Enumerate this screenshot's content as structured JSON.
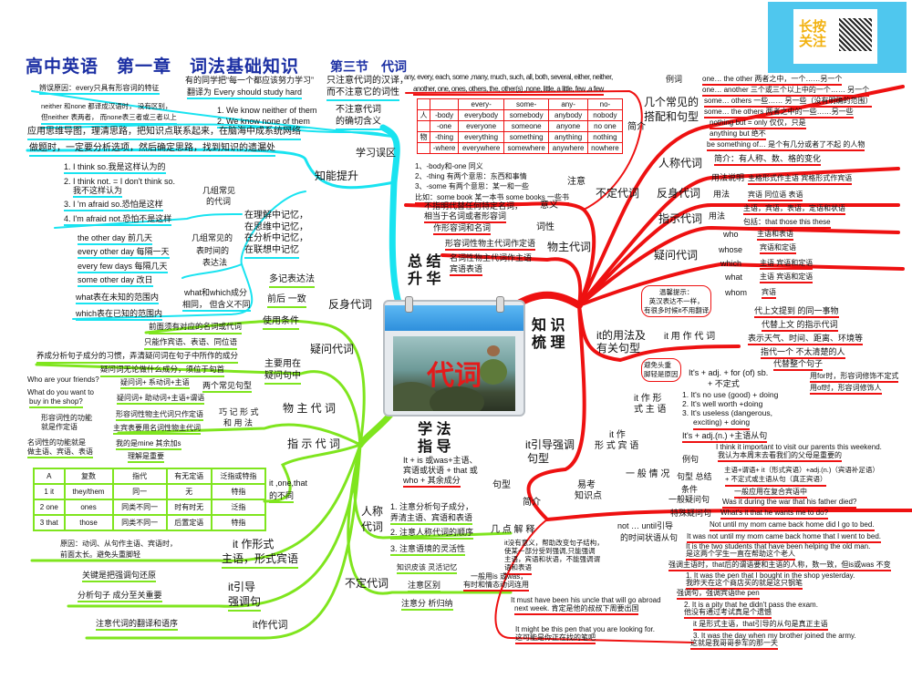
{
  "header": {
    "title": "高中英语　第一章　词法基础知识",
    "subtitle": "第三节　代词"
  },
  "center": {
    "summary": [
      "总 结",
      "升 华"
    ],
    "knowledge": [
      "知 识",
      "梳 理"
    ],
    "method": [
      "学 法",
      "指 导"
    ],
    "calendar_word": "代词"
  },
  "ad": {
    "text": [
      "长按",
      "关注"
    ]
  },
  "cyan": [
    "辨误原因：every只具有形容词的特征",
    "有的同学把“每一个都应该努力学习”",
    "翻译为 Every should study hard",
    "只注意代词的汉译，",
    "而不注意它的词性",
    "neither 和none 都译成汉语时， 没有区别，",
    "但neither 表两者， 而none表三者或三者以上",
    "1. We know neither of them",
    "2. We know none of them",
    "不注意代词",
    "的确切含义",
    "应用思维导图，理清思路，把知识点联系起来，在脑海中成系统网络",
    "做题时，一定要分析选项，然后确定思路，找到知识的遗漏处",
    "学习误区",
    "知能提升",
    "1. I think so.我是这样认为的",
    "2. I think not. = I  don't think so.",
    "我不这样认为",
    "3. I 'm afraid so.恐怕是这样",
    "4. I'm afraid not.恐怕不是这样",
    "几组常见",
    "的代词",
    "在理解中记忆，",
    "在思维中记忆，",
    "在分析中记忆，",
    "在联想中记忆",
    "the other day 前几天",
    "every other day 每隔一天",
    "every few days 每隔几天",
    "some other day 改日",
    "几组常见的",
    "表时间的",
    "表达法",
    "what表在未知的范围内",
    "which表在已知的范围内",
    "what和which成分",
    "相同， 但含义不同"
  ],
  "green": [
    "多记表达法",
    "前后 一致",
    "反身代词",
    "使用条件",
    "前面须有对应的名词或代词",
    "只能作宾语、表语、同位语",
    "疑问代词",
    "养成分析句子成分的习惯，弄清疑问词在句子中所作的成分",
    "主要用在",
    "疑问句中",
    "疑问词无论做什么成分，须位于句首",
    "Who are your friends?",
    "疑问词+ 系动词+主语",
    "两个常见句型",
    "What do you want to",
    "buy in the shop?",
    "疑问词+ 助动词+主语+谓语",
    "物 主 代 词",
    "巧 记 形 式",
    "和 用 法",
    "形容词性的功能",
    "就是作定语",
    "形容词性物主代词只作定语",
    "主宾表要用名词性物主代词",
    "名词性的功能就是",
    "做主语、宾语、表语",
    "我的是mine 其余加s",
    "指 示 代 词",
    "理解是重要",
    "it ,one,that",
    "的不同",
    "原因：动词、从句作主语、宾语时，",
    "前面太长。避免头重脚轻",
    "it 作形式",
    "主语，形式宾语",
    "关键是把强调句还原",
    "it引导",
    "强调句",
    "分析句子 成分至关重要",
    "注意代词的翻译和语序",
    "it作代词",
    "人称",
    "代词",
    "1. 注意分析句子成分，",
    "弄清主语、宾语和表语",
    "2. 注意人称代词的顺序",
    "3. 注意语境的灵活性",
    "不定代词",
    "知识皮该 灵活记忆",
    "注意区别",
    "注意分 析归纳"
  ],
  "green_table": {
    "header": [
      "A",
      "复数",
      "指代",
      "有无定语",
      "泛指或特指"
    ],
    "rows": [
      [
        "1   it",
        "they/them",
        "同一",
        "无",
        "特指"
      ],
      [
        "2  one",
        "ones",
        "同类不同一",
        "时有时无",
        "泛指"
      ],
      [
        "3  that",
        "those",
        "同类不同一",
        "后置定语",
        "特指"
      ]
    ]
  },
  "red": [
    "any, every, each, some ,many, much, such, all, both, several, either, neither,",
    "another, one, ones, others, the, other(s) ,none, little, a little, few ,a few",
    "例词",
    "简介",
    "1、-body和-one 同义",
    "2、-thing 有两个意思：东西和事情",
    "3、-some 有两个意思：某一和一些",
    "比如：some book 某一本书  some books 一些书",
    "注意",
    "不定代词",
    "不指明代替任何特定名词，",
    "相当于名词或者形容词",
    "意义",
    "作形容词和名词",
    "词性",
    "形容词性物主代词作定语",
    "物主代词",
    "名词性物主代词作主语",
    "宾语表语",
    "几个常见的",
    "搭配和句型",
    "one… the other 两者之中，一个……另一个",
    "one… another 三个或三个以上中的一个…… 另一个",
    "some… others 一些…… 另一些（没有明确的范围）",
    "some… the others 两者之中的一些……另一些",
    "nothing but = only 仅仅，只是",
    "anything but 绝不",
    "be something of… 是个有几分或者了不起 的人物",
    "人称代词",
    "简介：有人称、数、格的变化",
    "用法说明",
    "主格形式作主语   宾格形式作宾语",
    "反身代词",
    "用法",
    "宾语    同位语    表语",
    "指示代词",
    "用法",
    "主语，宾语，表语，定语和状语",
    "包括：that those this  these",
    "疑问代词",
    "who",
    "主语和表语",
    "whose",
    "宾语和定语",
    "which",
    "主语 宾语和定语",
    "what",
    "主语 宾语和定语",
    "whom",
    "宾语",
    "it的用法及",
    "有关句型",
    "it 用 作 代 词",
    "代上文提到 的同一事物",
    "代替上文 的指示代词",
    "表示天气、时间、距离、环境等",
    "指代一个 不太清楚的人",
    "代替整个句子",
    "It's + adj. +  for (of) sb.",
    "+  不定式",
    "用for时，形容词修饰不定式",
    "用of时，形容词修饰人",
    "it 作 形",
    "式 主 语",
    "1. It's no use (good) + doing",
    "2. It's well worth +doing",
    "3. It's useless (dangerous,",
    "exciting) + doing",
    "It's + adj.(n.) +主语从句",
    "it 作",
    "形 式 宾 语",
    "I think it important to visit our parents this weekend.",
    "我认为本周末去看我们的父母是重要的",
    "例句",
    "一 般 情 况",
    "句型 总结",
    "主语+谓语+ it（形式宾语）+adj.(n.)（宾语补足语）",
    "+ 不定式或主语从句（真正宾语）",
    "条件",
    "一般应用在复合宾语中",
    "易考",
    "知识点",
    "一般疑问句",
    "Was it during the war that his father died?",
    "特殊疑问句",
    "What's it that he wants me to do?",
    "not … until引导",
    "的时间状语从句",
    "Not until my mom came back home did I go to bed.",
    "It was not until my mom came back home that I went to bed.",
    "It is the two students that have been helping the old man.",
    "是这两个学生一直在帮助这个老人",
    "强调主语时，that后的谓语要和主语的人称，数一致，但is或was 不变",
    "1. It was the pen that I bought in the shop yesterday.",
    "我昨天在这个商店买的就是这只钢笔",
    "强调句，强调宾语the pen",
    "2. It is a pity that he didn't pass the exam.",
    "他没有通过考试真是个遗憾",
    "it 是形式主语，that引导的从句是真正主语",
    "3. It was the day when my brother joined the army.",
    "这就是我哥哥参军的那一天",
    "it引导强调",
    "句型",
    "It + is 或was+主语、",
    "宾语或状语 + that 或",
    "who + 其余成分",
    "句型",
    "简介",
    "几 点 解 释",
    "it没有意义，帮助改变句子结构，",
    "使某一部分受到强调,只能强调",
    "主语，宾语和状语，不能强调谓",
    "语和表语",
    "一般用is 或was，",
    "有时和情态动词连用",
    "It must have been his uncle that will go abroad",
    "next week. 肯定是他的叔叔下周要出国",
    "It might be this pen that you are looking for.",
    "这可能是你正在找的笔吧"
  ],
  "red_table": {
    "header": [
      "",
      "",
      "every-",
      "some-",
      "any-",
      "no-"
    ],
    "rows": [
      [
        "人",
        "-body",
        "everybody",
        "somebody",
        "anybody",
        "nobody"
      ],
      [
        "",
        "-one",
        "everyone",
        "someone",
        "anyone",
        "no one"
      ],
      [
        "物",
        "-thing",
        "everything",
        "something",
        "anything",
        "nothing"
      ],
      [
        "",
        "-where",
        "everywhere",
        "somewhere",
        "anywhere",
        "nowhere"
      ]
    ]
  },
  "bubbles": {
    "tip": [
      "温馨提示：",
      "英汉表达不一样，",
      "有很多时候it不用翻译"
    ],
    "reason": [
      "避免头重",
      "脚轻是原因"
    ]
  },
  "colors": {
    "cyan": "#19e3f0",
    "green": "#7fe51e",
    "red": "#ee1111",
    "title": "#1b2fa3"
  }
}
